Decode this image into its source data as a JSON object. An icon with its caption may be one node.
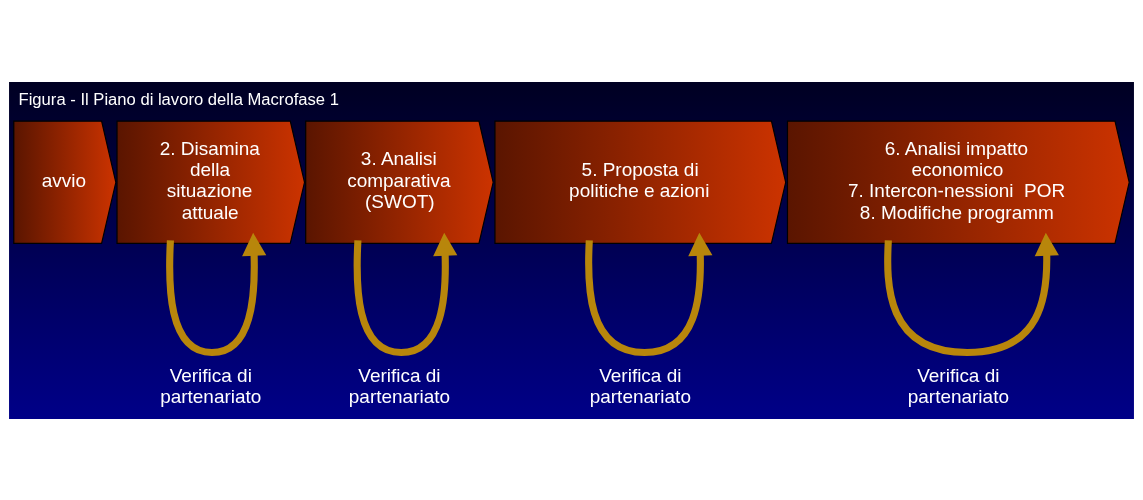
{
  "diagram": {
    "title": "Figura - Il Piano di lavoro della Macrofase 1",
    "nodes": [
      {
        "text": [
          "avvio"
        ]
      },
      {
        "text": [
          "2. Disamina della situazione attuale"
        ]
      },
      {
        "text": [
          "3. Analisi comparativa (SWOT)"
        ]
      },
      {
        "text": [
          "5. Proposta di politiche e azioni"
        ]
      },
      {
        "text": [
          "6. Analisi impatto economico",
          "7. Intercon-nessioni  POR",
          "8. Modifiche programm"
        ]
      }
    ],
    "edges": [
      {
        "from": 1,
        "to": 1,
        "arrow": "to"
      },
      {
        "from": 2,
        "to": 2,
        "arrow": "to"
      },
      {
        "from": 3,
        "to": 3,
        "arrow": "to"
      },
      {
        "from": 4,
        "to": 4,
        "arrow": "to"
      }
    ],
    "labels": [
      "Verifica di partenariato",
      "Verifica di partenariato",
      "Verifica di partenariato",
      "Verifica di partenariato"
    ]
  }
}
